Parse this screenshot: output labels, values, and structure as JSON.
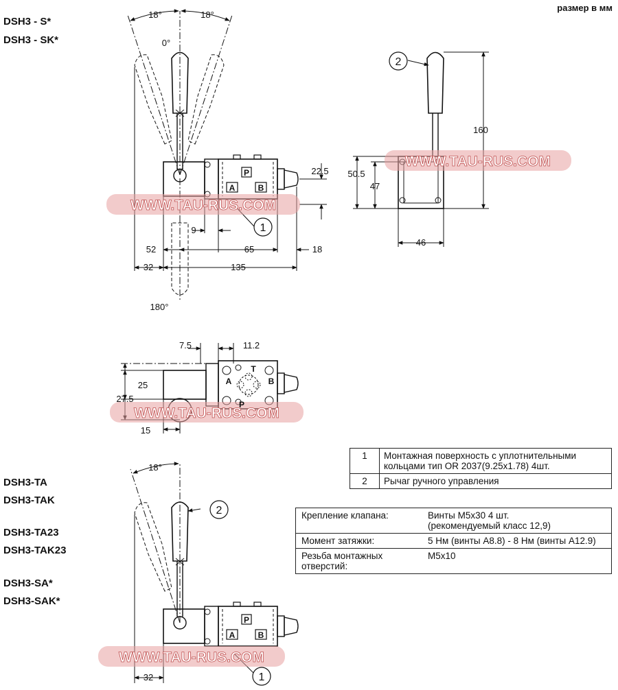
{
  "units_note": "размер в мм",
  "model_groups": [
    {
      "codes": [
        "DSH3 - S*",
        "DSH3 - SK*"
      ]
    },
    {
      "codes": [
        "DSH3-TA",
        "DSH3-TAK"
      ]
    },
    {
      "codes": [
        "DSH3-TA23",
        "DSH3-TAK23"
      ]
    },
    {
      "codes": [
        "DSH3-SA*",
        "DSH3-SAK*"
      ]
    }
  ],
  "watermark": "WWW.TAU-RUS.COM",
  "dimensions": {
    "angle_left": "18°",
    "angle_right": "18°",
    "angle_zero": "0°",
    "angle_180": "180°",
    "d22_5": "22.5",
    "d9": "9",
    "d52": "52",
    "d65": "65",
    "d18": "18",
    "d32": "32",
    "d135": "135",
    "d160": "160",
    "d50_5": "50.5",
    "d47": "47",
    "d46": "46",
    "d7_5": "7.5",
    "d11_2": "11.2",
    "d25": "25",
    "d27_5": "27.5",
    "d15": "15",
    "angle_bottom": "18°",
    "d32_bottom": "32"
  },
  "port_letters": {
    "a": "A",
    "b": "B",
    "p": "P",
    "t": "T"
  },
  "callouts": {
    "one": "1",
    "two": "2"
  },
  "legend": [
    {
      "num": "1",
      "text_line1": "Монтажная поверхность с уплотнительными",
      "text_line2": "кольцами тип OR 2037(9.25x1.78) 4шт."
    },
    {
      "num": "2",
      "text_line1": "Рычаг ручного управления",
      "text_line2": ""
    }
  ],
  "specs": [
    {
      "label_line1": "Крепление клапана:",
      "label_line2": "",
      "value_line1": "Винты M5x30 4 шт.",
      "value_line2": "(рекомендуемый класс 12,9)"
    },
    {
      "label_line1": "Момент затяжки:",
      "label_line2": "",
      "value_line1": "5 Нм (винты A8.8) - 8 Нм (винты A12.9)",
      "value_line2": ""
    },
    {
      "label_line1": "Резьба монтажных",
      "label_line2": "отверстий:",
      "value_line1": "M5x10",
      "value_line2": ""
    }
  ]
}
